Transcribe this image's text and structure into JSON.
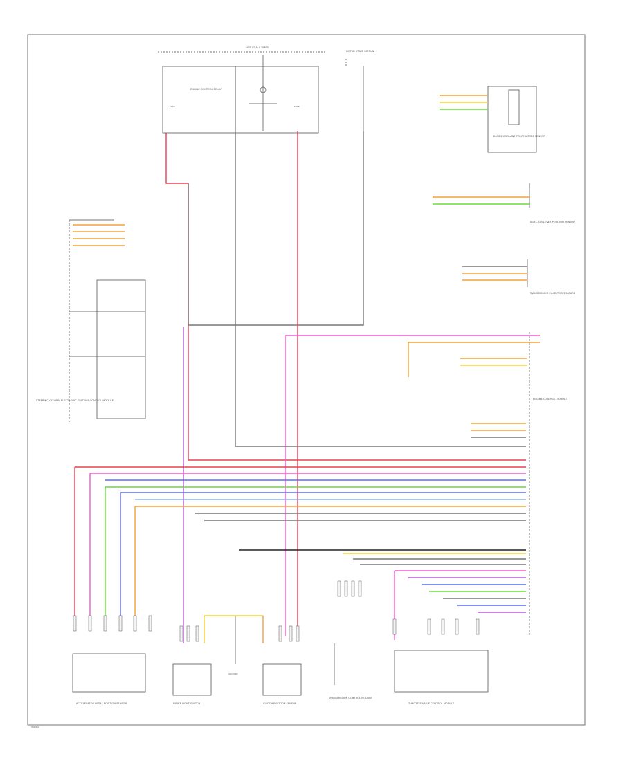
{
  "colors": {
    "red": "#e8404f",
    "pink": "#f05ad2",
    "violet": "#b75ad8",
    "blue": "#5a6cf0",
    "green": "#66dd33",
    "yellow": "#f0d23a",
    "orange": "#f0a23a",
    "gray": "#777777",
    "lightblue": "#8fb0f0",
    "black": "#222222",
    "frame": "#8a8a8a"
  },
  "labels": {
    "fuse_box_top": "HOT AT ALL TIMES",
    "hot_run": "HOT IN START OR RUN",
    "fuse_a": "FUSE",
    "fuse_b": "FUSE",
    "relay": "ENGINE CONTROL RELAY",
    "engine_coolant": "ENGINE COOLANT TEMPERATURE SENSOR",
    "selector": "SELECTOR LEVER POSITION SENSOR",
    "trans_fluid": "TRANSMISSION FLUID TEMPERATURE",
    "engine_control_module": "ENGINE CONTROL MODULE",
    "left_block": "STEERING COLUMN ELECTRONIC SYSTEMS CONTROL MODULE",
    "bottom_1": "ACCELERATOR PEDAL POSITION SENSOR",
    "bottom_2": "BRAKE LIGHT SWITCH",
    "bottom_3": "CLUTCH POSITION SENSOR",
    "bottom_4": "TRANSMISSION CONTROL MODULE",
    "bottom_5": "THROTTLE VALVE CONTROL MODULE",
    "ground": "GROUND",
    "footer": "WIRING"
  }
}
